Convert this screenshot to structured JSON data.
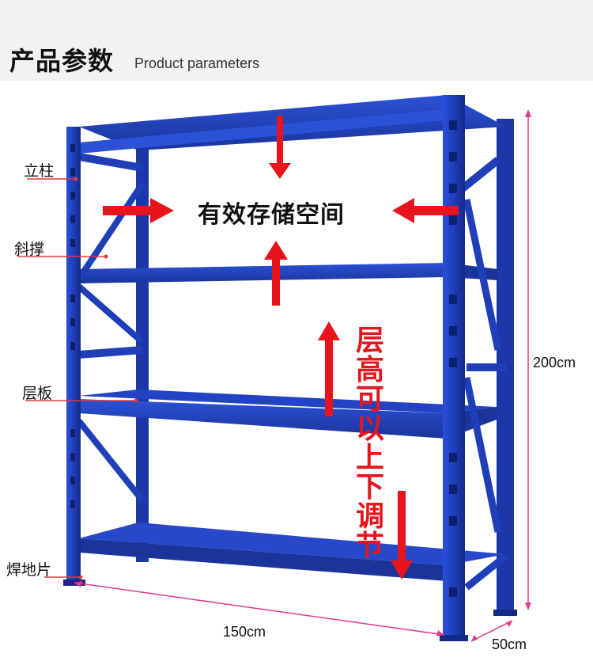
{
  "header": {
    "title_zh": "产品参数",
    "title_en": "Product parameters"
  },
  "labels": {
    "upright": "立柱",
    "brace": "斜撑",
    "shelf": "层板",
    "footplate": "焊地片"
  },
  "center_text": "有效存储空间",
  "adjust_text": [
    "层",
    "高",
    "可",
    "以",
    "上",
    "下",
    "调",
    "节"
  ],
  "dimensions": {
    "height": "200cm",
    "width": "150cm",
    "depth": "50cm"
  },
  "colors": {
    "rack_blue": "#1f3fb8",
    "arrow_red": "#e8141b",
    "dimension_pink": "#e03a8a",
    "header_bg": "#f2f2f2"
  }
}
